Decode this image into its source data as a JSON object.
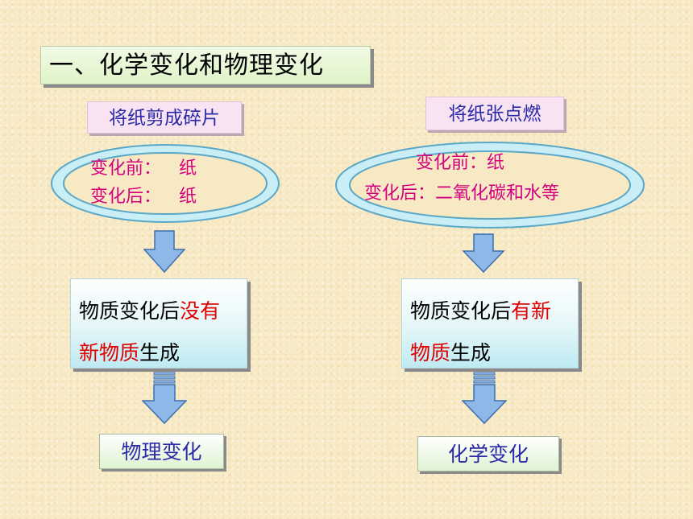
{
  "title": "一、化学变化和物理变化",
  "left": {
    "action_label": "将纸剪成碎片",
    "before_label": "变化前：",
    "before_value": "纸",
    "after_label": "变化后：",
    "after_value": "纸",
    "result_prefix": "物质变化后",
    "result_highlight_1": "没有",
    "result_highlight_2": "新物质",
    "result_suffix": "生成",
    "conclusion": "物理变化"
  },
  "right": {
    "action_label": "将纸张点燃",
    "before_text": "变化前：纸",
    "after_text": "变化后：二氧化碳和水等",
    "result_prefix": "物质变化后",
    "result_highlight_1": "有新",
    "result_highlight_2": "物质",
    "result_suffix": "生成",
    "conclusion": "化学变化"
  },
  "colors": {
    "background": "#f7e9c3",
    "highlight_red": "#e00000",
    "oval_text": "#d4007f",
    "label_text": "#2a2aa8",
    "arrow_fill": "#8db8e8"
  }
}
